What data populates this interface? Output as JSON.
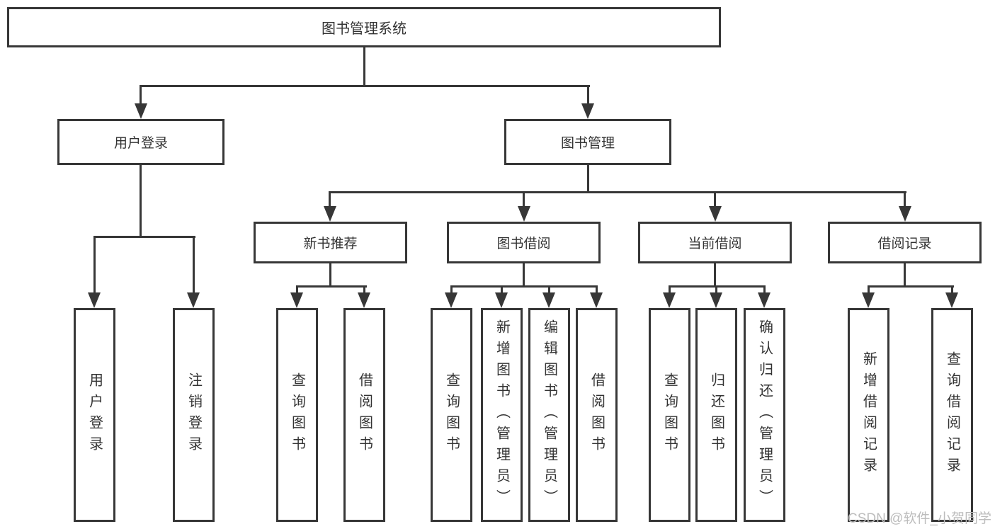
{
  "tree": {
    "root": {
      "label": "图书管理系统",
      "children": [
        {
          "label": "用户登录",
          "children": [
            {
              "label": "用户登录"
            },
            {
              "label": "注销登录"
            }
          ]
        },
        {
          "label": "图书管理",
          "children": [
            {
              "label": "新书推荐",
              "children": [
                {
                  "label": "查询图书"
                },
                {
                  "label": "借阅图书"
                }
              ]
            },
            {
              "label": "图书借阅",
              "children": [
                {
                  "label": "查询图书"
                },
                {
                  "label": "新增图书（管理员）"
                },
                {
                  "label": "编辑图书（管理员）"
                },
                {
                  "label": "借阅图书"
                }
              ]
            },
            {
              "label": "当前借阅",
              "children": [
                {
                  "label": "查询图书"
                },
                {
                  "label": "归还图书"
                },
                {
                  "label": "确认归还（管理员）"
                }
              ]
            },
            {
              "label": "借阅记录",
              "children": [
                {
                  "label": "新增借阅记录"
                },
                {
                  "label": "查询借阅记录"
                }
              ]
            }
          ]
        }
      ]
    }
  },
  "watermark": "CSDN @软件_小贺同学",
  "colors": {
    "line": "#373737",
    "text": "#333333",
    "watermark": "#bcbcbc",
    "background": "#ffffff"
  }
}
